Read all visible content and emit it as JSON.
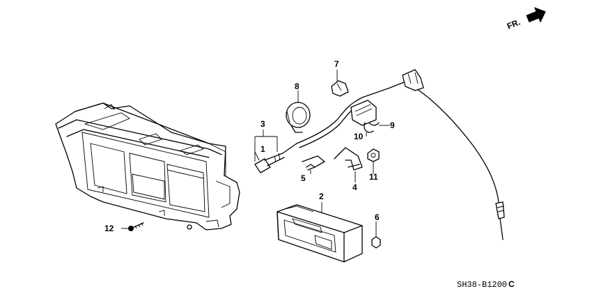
{
  "direction_marker": {
    "label": "FR.",
    "icon": "arrow-forward-icon"
  },
  "diagram_code": "SH38-B1200",
  "diagram_revision": "C",
  "callouts": [
    "1",
    "2",
    "3",
    "4",
    "5",
    "6",
    "7",
    "8",
    "9",
    "10",
    "11",
    "12"
  ]
}
